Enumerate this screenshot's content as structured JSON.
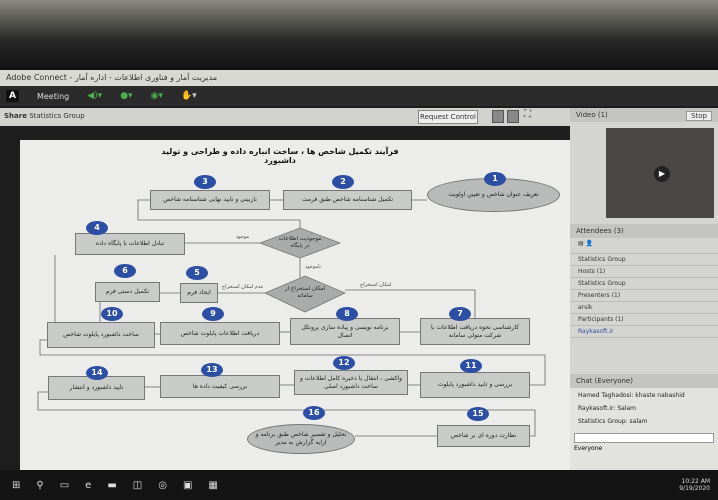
{
  "window": {
    "title": "مدیریت آمار و فناوری اطلاعات - اداره آمار - Adobe Connect"
  },
  "menu": {
    "logo": "A",
    "meeting": "Meeting"
  },
  "share": {
    "label": "Share",
    "source": "Statistics Group",
    "request_control": "Request Control"
  },
  "video": {
    "title": "Video",
    "count": "(1)",
    "stop": "Stop"
  },
  "attendees": {
    "title": "Attendees",
    "count": "(3)",
    "rows": [
      "Statistics Group",
      "Hosts (1)",
      "Statistics Group",
      "Presenters (1)",
      "arsik",
      "Participants (1)",
      "Raykasoft.ir"
    ]
  },
  "chat": {
    "title": "Chat",
    "scope": "(Everyone)",
    "messages": [
      "Hamed Taghadosi: khaste nabashid",
      "Raykasoft.ir: Salam",
      "Statistics Group: salam"
    ],
    "recipient": "Everyone"
  },
  "slide": {
    "title": "فرآیند تکمیل شاخص ها ، ساخت انباره داده و طراحی و تولید داشبورد",
    "nodes": [
      {
        "n": "1",
        "text": "تعریف عنوان شاخص و تعیین اولویت"
      },
      {
        "n": "2",
        "text": "تکمیل شناسنامه شاخص طبق فرمت"
      },
      {
        "n": "3",
        "text": "بازبینی و تایید نهایی شناسنامه شاخص"
      },
      {
        "n": "4",
        "text": "تبادل اطلاعات با پایگاه داده"
      },
      {
        "n": "5",
        "text": "ایجاد فرم"
      },
      {
        "n": "6",
        "text": "تکمیل دستی فرم"
      },
      {
        "n": "7",
        "text": "کارشناسی نحوه دریافت اطلاعات با شرکت متولی سامانه"
      },
      {
        "n": "8",
        "text": "برنامه نویسی و پیاده سازی پروتکل اتصال"
      },
      {
        "n": "9",
        "text": "دریافت اطلاعات پایلوت شاخص"
      },
      {
        "n": "10",
        "text": "ساخت داشبورد پایلوت شاخص"
      },
      {
        "n": "11",
        "text": "بررسی و تایید داشبورد پایلوت"
      },
      {
        "n": "12",
        "text": "واکشی ، انتقال یا ذخیره کامل اطلاعات و ساخت داشبورد اصلی"
      },
      {
        "n": "13",
        "text": "بررسی کیفیت داده ها"
      },
      {
        "n": "14",
        "text": "تایید داشبورد و انتشار"
      },
      {
        "n": "15",
        "text": "نظارت دوره ای بر شاخص"
      },
      {
        "n": "16",
        "text": "تحلیل و تفسیر شاخص طبق برنامه و ارایه گزارش به مدیر"
      }
    ],
    "decisions": [
      "موجودیت اطلاعات در پایگاه",
      "امکان استخراج از سامانه"
    ],
    "edge_labels": [
      "موجود",
      "ناموجود",
      "عدم امکان استخراج",
      "امکان استخراج"
    ]
  },
  "taskbar": {
    "time": "10:22 AM",
    "date": "9/19/2020"
  },
  "colors": {
    "badge": "#2d4fa3",
    "node": "#c9cbc9",
    "menubar": "#2b2b2b"
  }
}
